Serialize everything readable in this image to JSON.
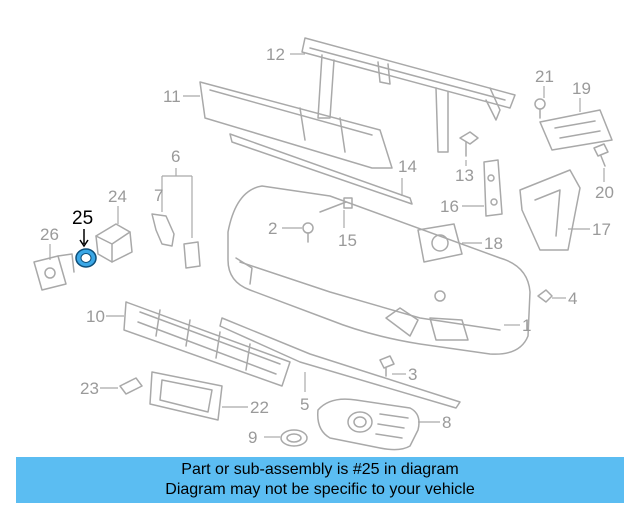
{
  "diagram": {
    "highlight_callout": "25",
    "callouts": [
      "1",
      "2",
      "3",
      "4",
      "5",
      "6",
      "7",
      "8",
      "9",
      "10",
      "11",
      "12",
      "13",
      "14",
      "15",
      "16",
      "17",
      "18",
      "19",
      "20",
      "21",
      "22",
      "23",
      "24",
      "26"
    ]
  },
  "banner": {
    "line1": "Part or sub-assembly is #25 in diagram",
    "line2": "Diagram may not be specific to your vehicle"
  },
  "colors": {
    "banner_bg": "#5bbdf2",
    "highlight_part": "#3aa7e6",
    "line_gray": "#a9a9a9"
  }
}
